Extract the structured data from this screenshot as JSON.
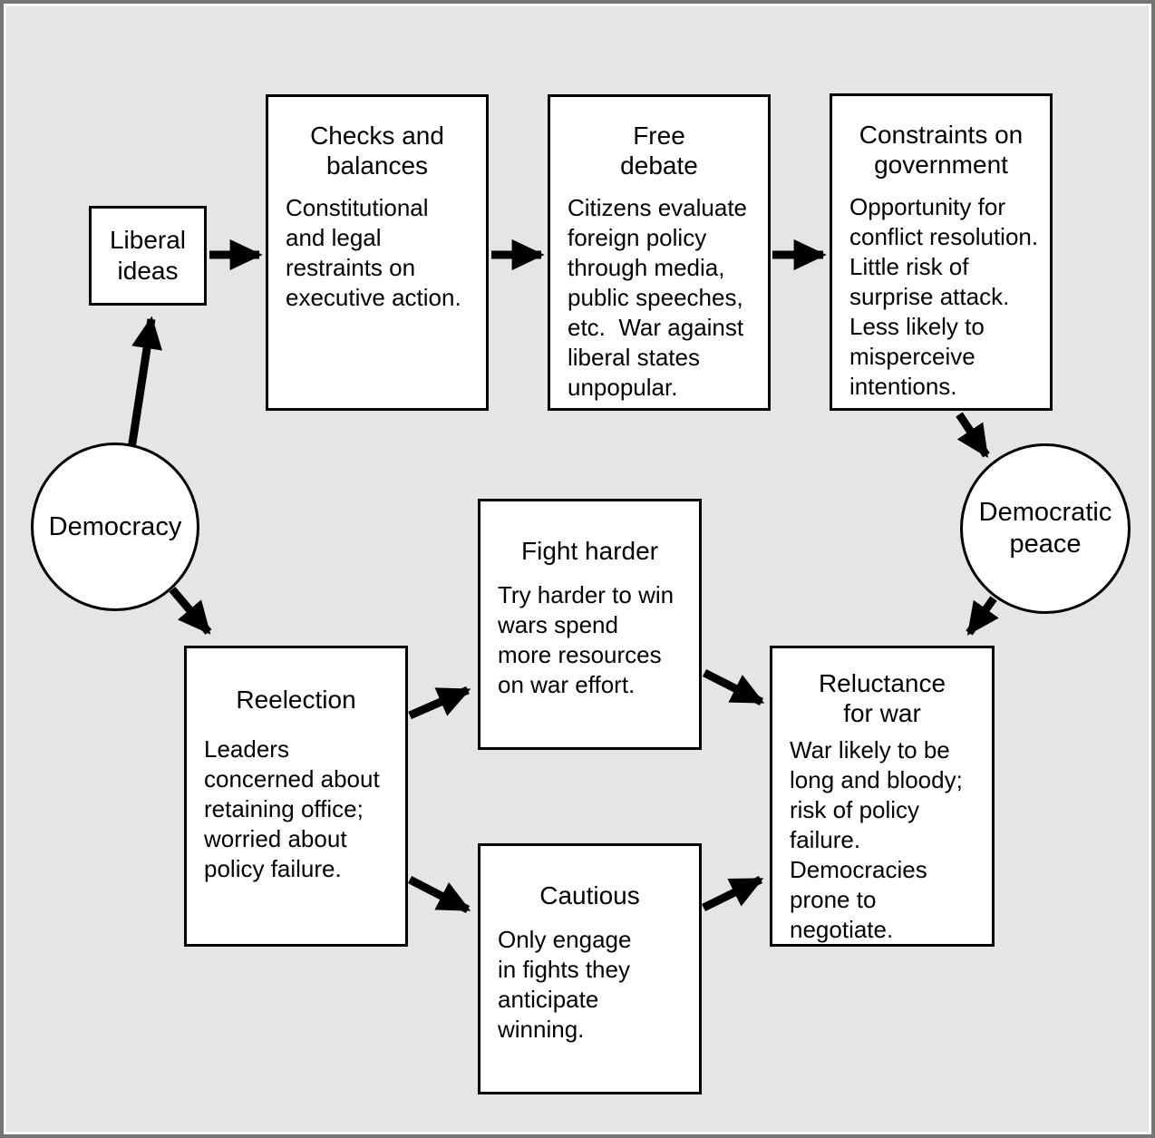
{
  "colors": {
    "background": "#e5e5e5",
    "frame_border": "#757575",
    "node_fill": "#ffffff",
    "node_border": "#000000",
    "arrow": "#000000",
    "text": "#000000"
  },
  "nodes": {
    "democracy": {
      "label": "Democracy"
    },
    "liberal_ideas": {
      "label": "Liberal\nideas"
    },
    "checks_and_balances": {
      "title": "Checks and\nbalances",
      "body": "Constitutional\nand legal\nrestraints on\nexecutive action."
    },
    "free_debate": {
      "title": "Free\ndebate",
      "body": "Citizens evaluate\nforeign policy\nthrough media,\npublic speeches,\netc.  War against\nliberal states\nunpopular."
    },
    "constraints_on_government": {
      "title": "Constraints on\ngovernment",
      "body": "Opportunity for\nconflict resolution.\nLittle risk of\nsurprise attack.\nLess likely to\nmisperceive\nintentions."
    },
    "democratic_peace": {
      "label": "Democratic\npeace"
    },
    "reelection": {
      "title": "Reelection",
      "body": "Leaders\nconcerned about\nretaining office;\nworried about\npolicy failure."
    },
    "fight_harder": {
      "title": "Fight harder",
      "body": "Try harder to win\nwars spend\nmore resources\non war effort."
    },
    "cautious": {
      "title": "Cautious",
      "body": "Only engage\nin fights they\nanticipate\nwinning."
    },
    "reluctance_for_war": {
      "title": "Reluctance\nfor war",
      "body": "War likely to be\nlong and bloody;\nrisk of policy\nfailure.\nDemocracies\nprone to\nnegotiate."
    }
  },
  "edges": [
    {
      "from": "democracy",
      "to": "liberal_ideas"
    },
    {
      "from": "liberal_ideas",
      "to": "checks_and_balances"
    },
    {
      "from": "checks_and_balances",
      "to": "free_debate"
    },
    {
      "from": "free_debate",
      "to": "constraints_on_government"
    },
    {
      "from": "constraints_on_government",
      "to": "democratic_peace"
    },
    {
      "from": "democratic_peace",
      "to": "reluctance_for_war"
    },
    {
      "from": "democracy",
      "to": "reelection"
    },
    {
      "from": "reelection",
      "to": "fight_harder"
    },
    {
      "from": "reelection",
      "to": "cautious"
    },
    {
      "from": "fight_harder",
      "to": "reluctance_for_war"
    },
    {
      "from": "cautious",
      "to": "reluctance_for_war"
    }
  ]
}
